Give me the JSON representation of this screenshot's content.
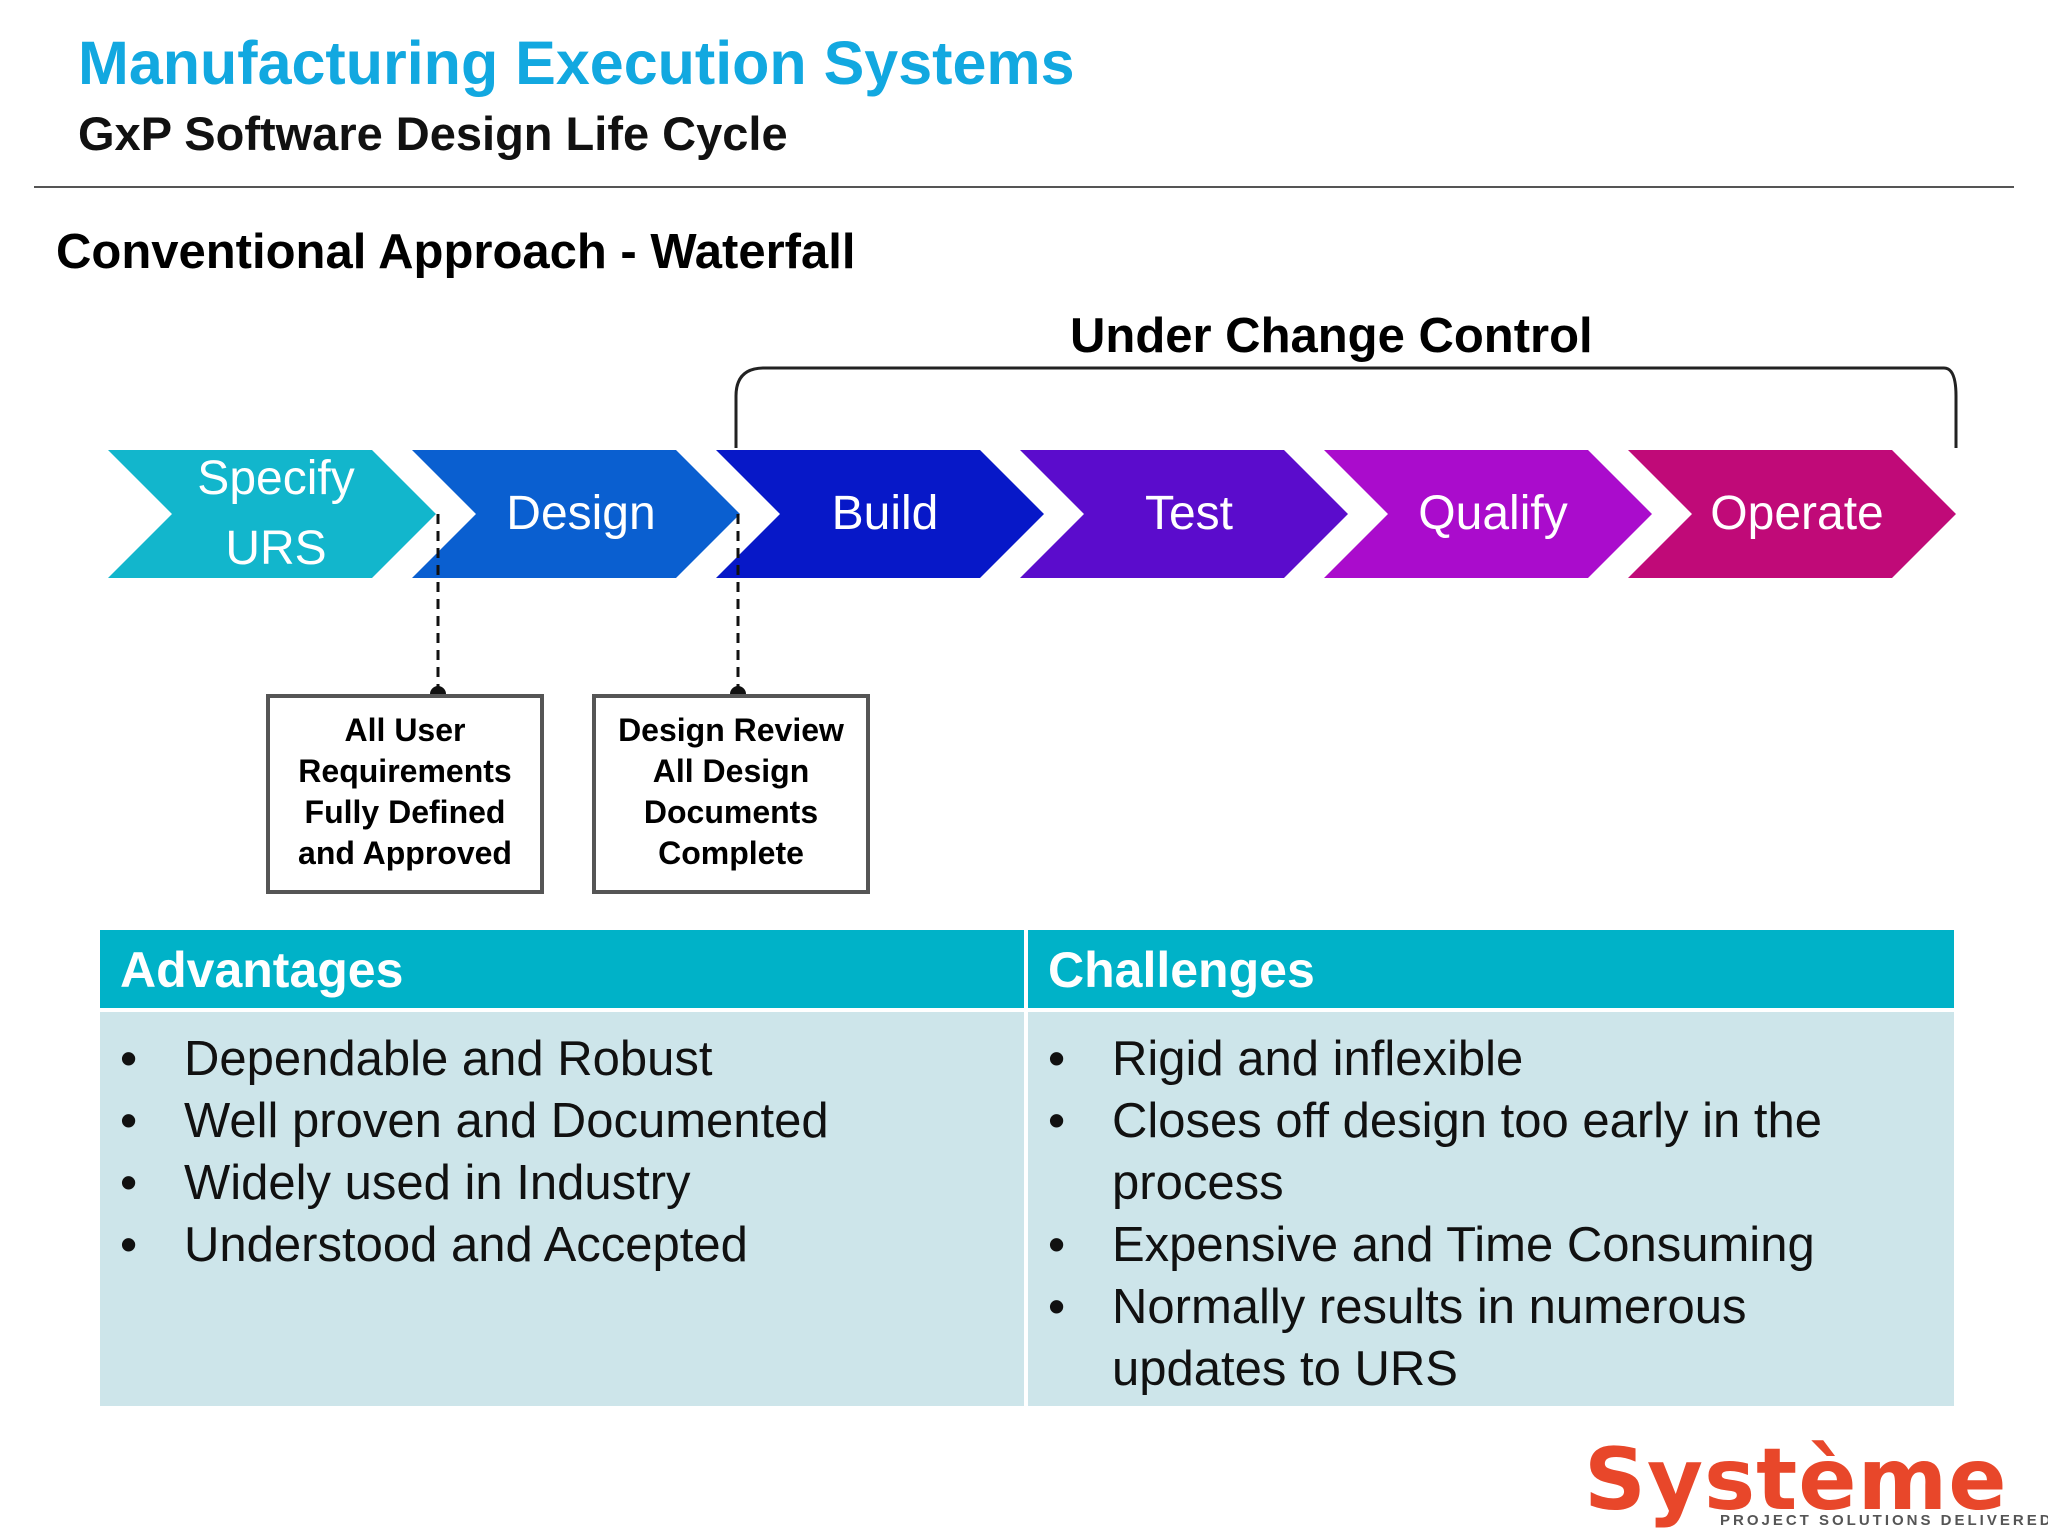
{
  "header": {
    "title": "Manufacturing Execution Systems",
    "subtitle": "GxP Software Design Life Cycle"
  },
  "section_title": "Conventional Approach - Waterfall",
  "change_control_label": "Under Change Control",
  "steps": [
    {
      "line1": "Specify",
      "line2": "URS",
      "color": "#12b6cc"
    },
    {
      "line1": "Design",
      "color": "#0a5fd0"
    },
    {
      "line1": "Build",
      "color": "#0718c8"
    },
    {
      "line1": "Test",
      "color": "#5b0ccc"
    },
    {
      "line1": "Qualify",
      "color": "#aa0ccc"
    },
    {
      "line1": "Operate",
      "color": "#c00a78"
    }
  ],
  "milestones": [
    {
      "lines": [
        "All User",
        "Requirements",
        "Fully Defined",
        "and Approved"
      ]
    },
    {
      "lines": [
        "Design Review",
        "All Design",
        "Documents",
        "Complete"
      ]
    }
  ],
  "table": {
    "advantages": {
      "heading": "Advantages",
      "items": [
        "Dependable and Robust",
        "Well proven and Documented",
        "Widely used in Industry",
        "Understood and Accepted"
      ]
    },
    "challenges": {
      "heading": "Challenges",
      "items": [
        "Rigid and inflexible",
        "Closes off design too early in the process",
        "Expensive and Time Consuming",
        "Normally results in numerous updates to URS"
      ]
    },
    "header_color": "#00b2c8",
    "body_color": "#cde5ea"
  },
  "logo": {
    "word": "Système",
    "tagline": "PROJECT SOLUTIONS DELIVERED",
    "color": "#e8472a"
  }
}
